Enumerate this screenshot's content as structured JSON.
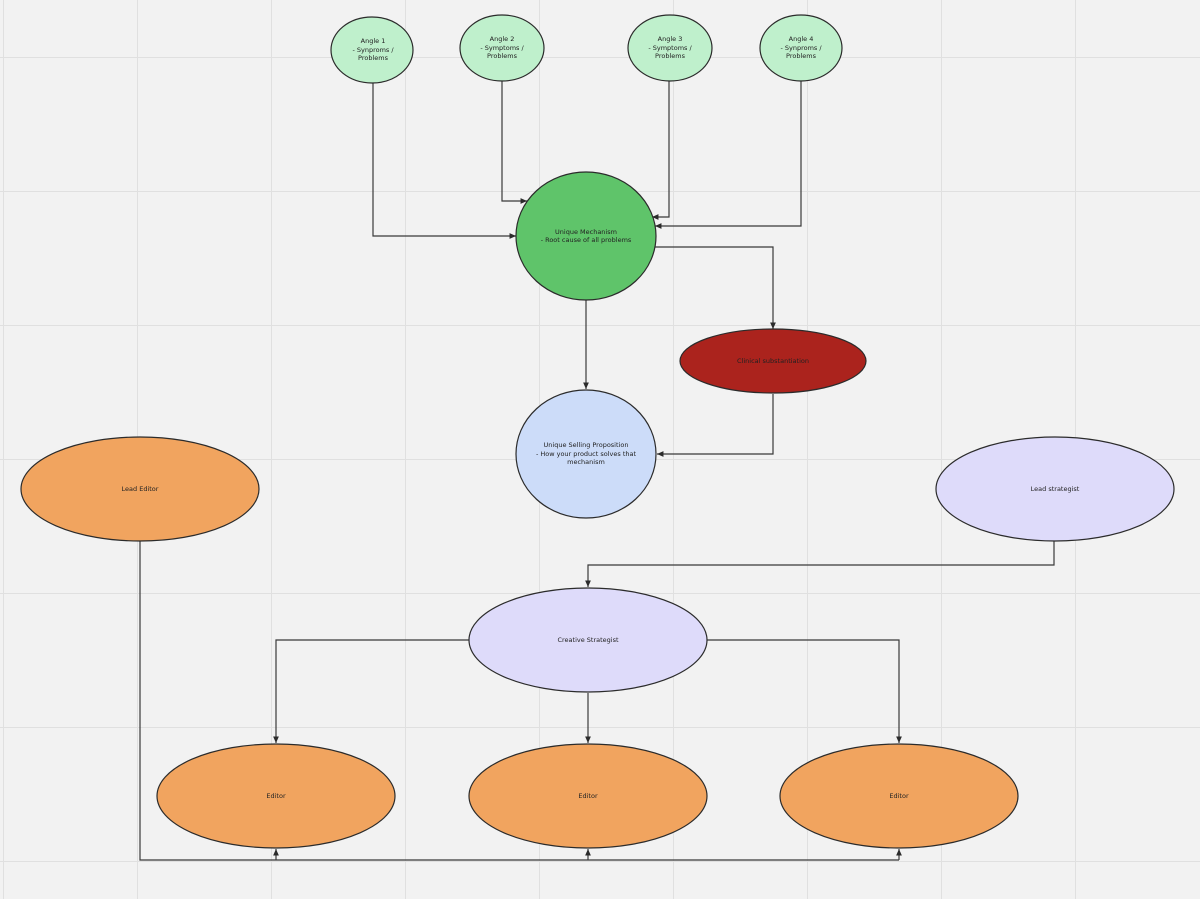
{
  "nodes": {
    "angle1": {
      "label": "Angle 1\n- Synproms /\nProblems",
      "color": "#bff0cc"
    },
    "angle2": {
      "label": "Angle 2\n- Symptoms /\nProblems",
      "color": "#bff0cc"
    },
    "angle3": {
      "label": "Angle 3\n- Symptoms /\nProblems",
      "color": "#bff0cc"
    },
    "angle4": {
      "label": "Angle 4\n- Synproms /\nProblems",
      "color": "#bff0cc"
    },
    "mechanism": {
      "label": "Unique Mechanism\n- Root cause of all problems",
      "color": "#5fc46a"
    },
    "clinical": {
      "label": "Clinical substantiation",
      "color": "#ab231d"
    },
    "usp": {
      "label": "Unique Selling Proposition\n- How your product solves that\nmechanism",
      "color": "#ccdcf9"
    },
    "lead_editor": {
      "label": "Lead Editor",
      "color": "#f1a45f"
    },
    "lead_strategist": {
      "label": "Lead strategist",
      "color": "#dedbfa"
    },
    "creative_strategist": {
      "label": "Creative Strategist",
      "color": "#dedbfa"
    },
    "editor1": {
      "label": "Editor",
      "color": "#f1a45f"
    },
    "editor2": {
      "label": "Editor",
      "color": "#f1a45f"
    },
    "editor3": {
      "label": "Editor",
      "color": "#f1a45f"
    }
  },
  "connectors": [
    {
      "from": "angle1",
      "to": "mechanism"
    },
    {
      "from": "angle2",
      "to": "mechanism"
    },
    {
      "from": "angle3",
      "to": "mechanism"
    },
    {
      "from": "angle4",
      "to": "mechanism"
    },
    {
      "from": "mechanism",
      "to": "usp"
    },
    {
      "from": "mechanism",
      "to": "clinical"
    },
    {
      "from": "clinical",
      "to": "usp"
    },
    {
      "from": "lead_strategist",
      "to": "creative_strategist"
    },
    {
      "from": "creative_strategist",
      "to": "editor1"
    },
    {
      "from": "creative_strategist",
      "to": "editor2"
    },
    {
      "from": "creative_strategist",
      "to": "editor3"
    },
    {
      "from": "lead_editor",
      "to": "editor1"
    },
    {
      "from": "lead_editor",
      "to": "editor2"
    },
    {
      "from": "lead_editor",
      "to": "editor3"
    }
  ],
  "colors": {
    "stroke": "#2b2b2b",
    "line": "#3a3a3a"
  }
}
